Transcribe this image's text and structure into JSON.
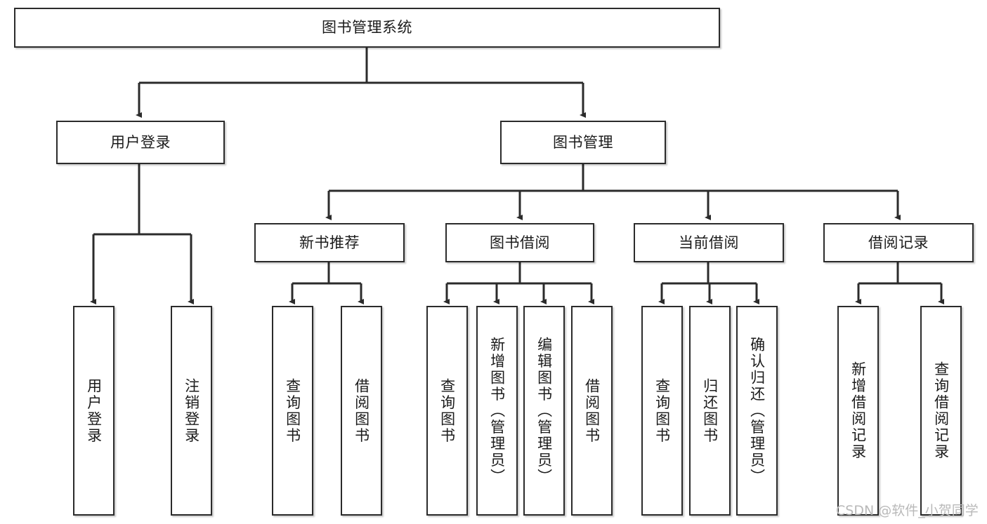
{
  "diagram": {
    "title_node": {
      "label": "图书管理系统"
    },
    "level2": [
      {
        "id": "user-login",
        "label": "用户登录"
      },
      {
        "id": "book-management",
        "label": "图书管理"
      }
    ],
    "level3": [
      {
        "id": "new-book-recommend",
        "label": "新书推荐"
      },
      {
        "id": "book-borrow",
        "label": "图书借阅"
      },
      {
        "id": "current-borrow",
        "label": "当前借阅"
      },
      {
        "id": "borrow-record",
        "label": "借阅记录"
      }
    ],
    "leaves": [
      {
        "id": "leaf-user-login",
        "label": "用户登录"
      },
      {
        "id": "leaf-logout-login",
        "label": "注销登录"
      },
      {
        "id": "leaf-query-book-1",
        "label": "查询图书"
      },
      {
        "id": "leaf-borrow-book-1",
        "label": "借阅图书"
      },
      {
        "id": "leaf-query-book-2",
        "label": "查询图书"
      },
      {
        "id": "leaf-add-book-admin",
        "label": "新增图书（管理员）"
      },
      {
        "id": "leaf-edit-book-admin",
        "label": "编辑图书（管理员）"
      },
      {
        "id": "leaf-borrow-book-2",
        "label": "借阅图书"
      },
      {
        "id": "leaf-query-book-3",
        "label": "查询图书"
      },
      {
        "id": "leaf-return-book",
        "label": "归还图书"
      },
      {
        "id": "leaf-confirm-return",
        "label": "确认归还（管理员）"
      },
      {
        "id": "leaf-add-borrow-record",
        "label": "新增借阅记录"
      },
      {
        "id": "leaf-query-borrow-record",
        "label": "查询借阅记录"
      }
    ],
    "watermark": "CSDN @软件_小贺同学",
    "colors": {
      "border": "#2b2b2b",
      "background": "#ffffff",
      "text": "#1b1b1b",
      "watermark": "#b9b9b9"
    }
  }
}
